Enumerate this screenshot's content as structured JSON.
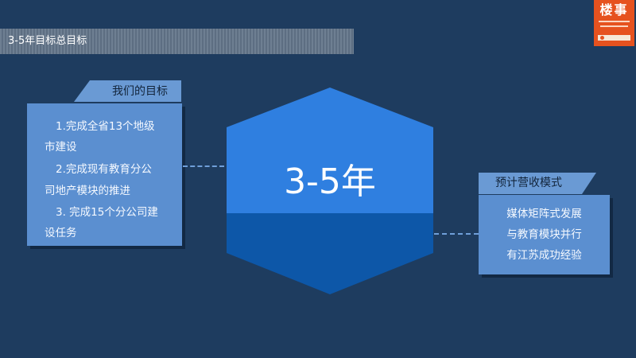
{
  "header": {
    "title": "3-5年目标总目标"
  },
  "logo": {
    "text": "楼事"
  },
  "goals": {
    "tab_label": "我们的目标",
    "lines": [
      "1.完成全省13个地级",
      "市建设",
      "2.完成现有教育分公",
      "司地产模块的推进",
      "3. 完成15个分公司建",
      "设任务"
    ]
  },
  "center": {
    "label": "3-5年"
  },
  "revenue": {
    "tab_label": "预计营收模式",
    "lines": [
      "媒体矩阵式发展",
      "与教育模块并行",
      "有江苏成功经验"
    ]
  },
  "colors": {
    "background": "#1e3c5f",
    "panel": "#5b8fd0",
    "tab": "#6a9ad4",
    "hex_top": "#2f7fe0",
    "hex_bottom": "#0d57a8",
    "logo": "#e6521f"
  }
}
